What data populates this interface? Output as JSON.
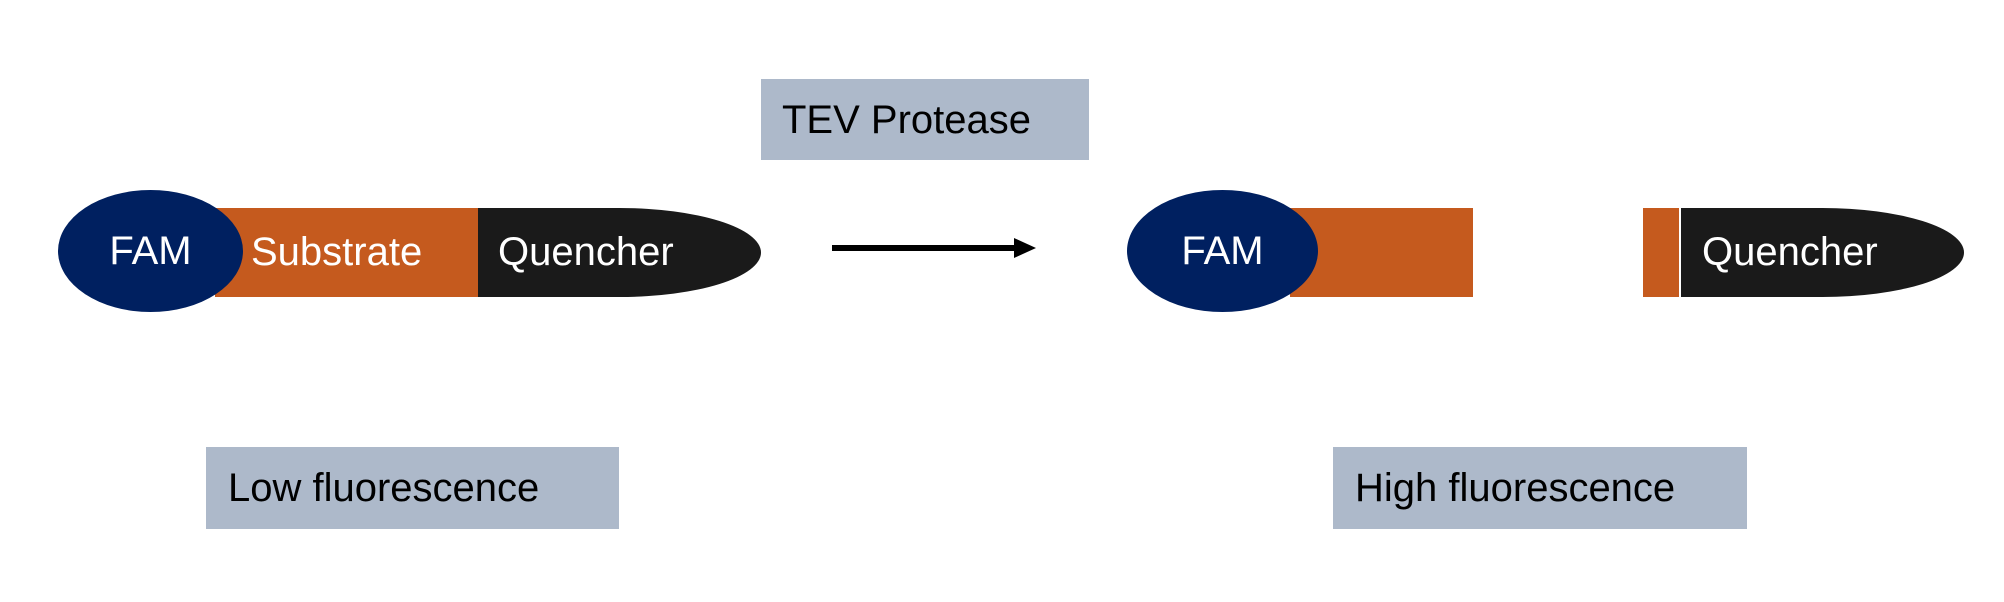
{
  "diagram": {
    "enzyme_label": "TEV Protease",
    "left_construct": {
      "fluorophore": "FAM",
      "linker": "Substrate",
      "quencher": "Quencher",
      "caption": "Low fluorescence"
    },
    "right_construct": {
      "fluorophore": "FAM",
      "linker": "",
      "quencher": "Quencher",
      "caption": "High fluorescence"
    },
    "arrow_icon": "right-arrow-icon",
    "colors": {
      "fluorophore": "#002060",
      "substrate": "#C55A1E",
      "quencher": "#1A1A1A",
      "label_box": "#ADB9CA"
    }
  }
}
